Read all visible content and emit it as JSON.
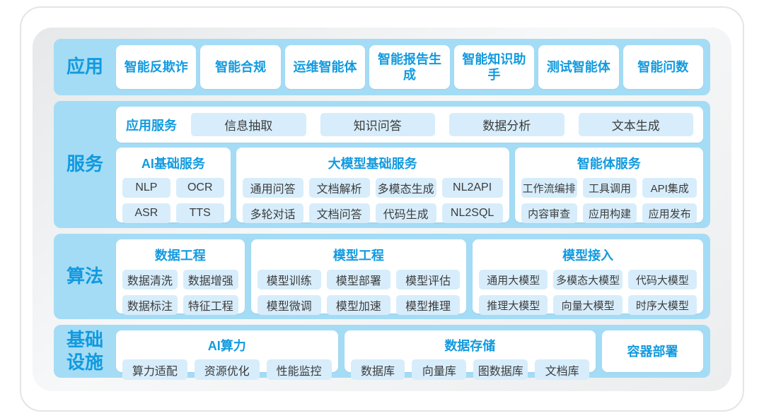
{
  "colors": {
    "accent_blue": "#129ADF",
    "row_background": "#A4DCF6",
    "chip_background": "#D7EDFB",
    "chip_text": "#3C3C3C",
    "box_background": "#FFFFFF"
  },
  "layers": {
    "app": {
      "label": "应用",
      "items": [
        "智能反欺诈",
        "智能合规",
        "运维智能体",
        "智能报告生成",
        "智能知识助手",
        "测试智能体",
        "智能问数"
      ]
    },
    "service": {
      "label": "服务",
      "app_service": {
        "title": "应用服务",
        "chips": [
          "信息抽取",
          "知识问答",
          "数据分析",
          "文本生成"
        ]
      },
      "groups": [
        {
          "title": "AI基础服务",
          "chips": [
            "NLP",
            "OCR",
            "ASR",
            "TTS"
          ]
        },
        {
          "title": "大模型基础服务",
          "chips": [
            "通用问答",
            "文档解析",
            "多模态生成",
            "NL2API",
            "多轮对话",
            "文档问答",
            "代码生成",
            "NL2SQL"
          ]
        },
        {
          "title": "智能体服务",
          "chips": [
            "工作流编排",
            "工具调用",
            "API集成",
            "内容审查",
            "应用构建",
            "应用发布"
          ]
        }
      ]
    },
    "algo": {
      "label": "算法",
      "groups": [
        {
          "title": "数据工程",
          "chips": [
            "数据清洗",
            "数据增强",
            "数据标注",
            "特征工程"
          ]
        },
        {
          "title": "模型工程",
          "chips": [
            "模型训练",
            "模型部署",
            "模型评估",
            "模型微调",
            "模型加速",
            "模型推理"
          ]
        },
        {
          "title": "模型接入",
          "chips": [
            "通用大模型",
            "多模态大模型",
            "代码大模型",
            "推理大模型",
            "向量大模型",
            "时序大模型"
          ]
        }
      ]
    },
    "infra": {
      "label": "基础设施",
      "groups": [
        {
          "title": "AI算力",
          "chips": [
            "算力适配",
            "资源优化",
            "性能监控"
          ]
        },
        {
          "title": "数据存储",
          "chips": [
            "数据库",
            "向量库",
            "图数据库",
            "文档库"
          ]
        },
        {
          "title": "容器部署",
          "chips": []
        }
      ]
    }
  }
}
